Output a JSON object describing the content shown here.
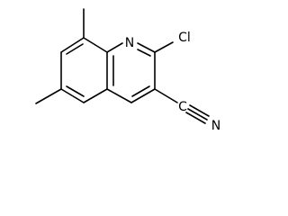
{
  "molecule": {
    "atoms": {
      "ring_nitrogen": "N",
      "chloro": "Cl",
      "nitrile_carbon": "C",
      "nitrile_nitrogen": "N"
    }
  }
}
